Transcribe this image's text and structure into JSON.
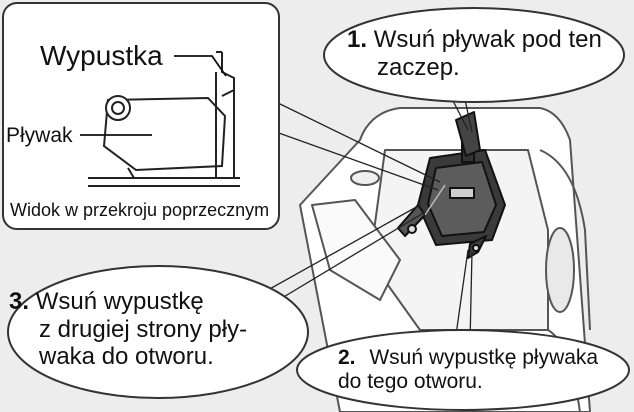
{
  "inset": {
    "wypustka_label": "Wypustka",
    "plywak_label": "Pływak",
    "caption": "Widok w przekroju poprzecznym"
  },
  "callouts": [
    {
      "number": "1.",
      "lines": [
        "Wsuń pływak pod ten",
        "zaczep."
      ]
    },
    {
      "number": "3.",
      "lines": [
        "Wsuń wypustkę",
        "z drugiej strony pły-",
        "waka do otworu."
      ]
    },
    {
      "number": "2.",
      "lines": [
        "Wsuń wypustkę pływaka",
        "do tego otworu."
      ]
    }
  ]
}
